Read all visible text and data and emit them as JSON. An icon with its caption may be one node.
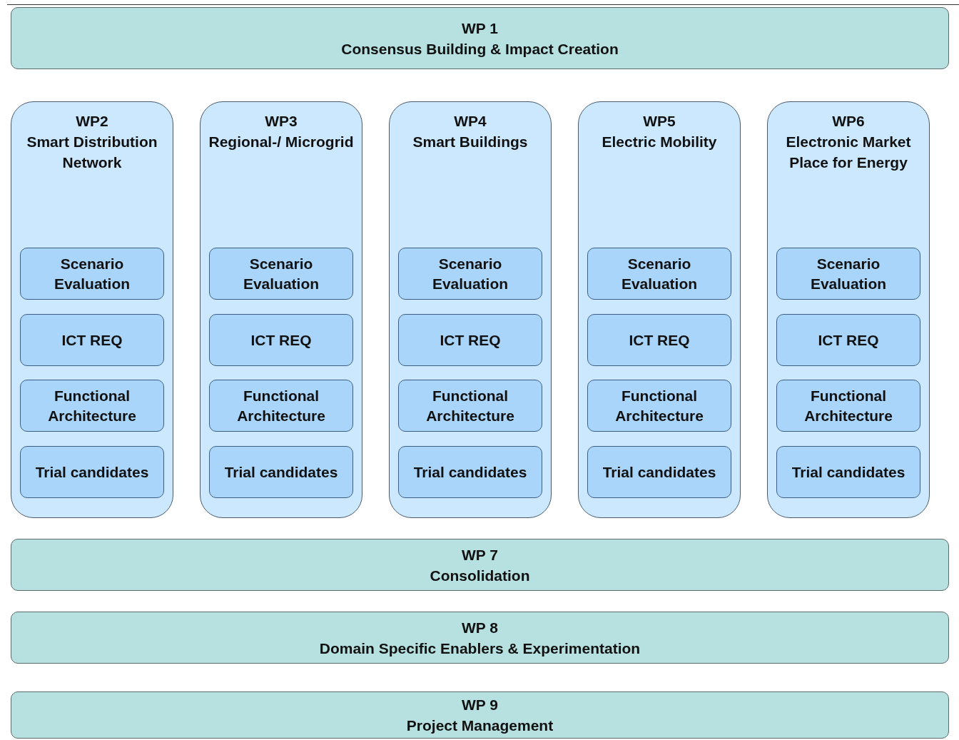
{
  "diagram": {
    "nodes": [
      {
        "text": [
          "WP 1",
          "Consensus Building & Impact Creation"
        ]
      },
      {
        "text": [
          "WP2",
          "Smart Distribution Network"
        ]
      },
      {
        "text": [
          "Scenario Evaluation"
        ],
        "in": 1
      },
      {
        "text": [
          "ICT REQ"
        ],
        "in": 1
      },
      {
        "text": [
          "Functional Architecture"
        ],
        "in": 1
      },
      {
        "text": [
          "Trial candidates"
        ],
        "in": 1
      },
      {
        "text": [
          "WP3",
          "Regional-/ Microgrid"
        ]
      },
      {
        "text": [
          "Scenario Evaluation"
        ],
        "in": 6
      },
      {
        "text": [
          "ICT REQ"
        ],
        "in": 6
      },
      {
        "text": [
          "Functional Architecture"
        ],
        "in": 6
      },
      {
        "text": [
          "Trial candidates"
        ],
        "in": 6
      },
      {
        "text": [
          "WP4",
          "Smart Buildings"
        ]
      },
      {
        "text": [
          "Scenario Evaluation"
        ],
        "in": 11
      },
      {
        "text": [
          "ICT REQ"
        ],
        "in": 11
      },
      {
        "text": [
          "Functional Architecture"
        ],
        "in": 11
      },
      {
        "text": [
          "Trial candidates"
        ],
        "in": 11
      },
      {
        "text": [
          "WP5",
          "Electric Mobility"
        ]
      },
      {
        "text": [
          "Scenario Evaluation"
        ],
        "in": 16
      },
      {
        "text": [
          "ICT REQ"
        ],
        "in": 16
      },
      {
        "text": [
          "Functional Architecture"
        ],
        "in": 16
      },
      {
        "text": [
          "Trial candidates"
        ],
        "in": 16
      },
      {
        "text": [
          "WP6",
          "Electronic Market Place for Energy"
        ]
      },
      {
        "text": [
          "Scenario Evaluation"
        ],
        "in": 21
      },
      {
        "text": [
          "ICT REQ"
        ],
        "in": 21
      },
      {
        "text": [
          "Functional Architecture"
        ],
        "in": 21
      },
      {
        "text": [
          "Trial candidates"
        ],
        "in": 21
      },
      {
        "text": [
          "WP 7",
          "Consolidation"
        ]
      },
      {
        "text": [
          "WP 8",
          "Domain Specific Enablers & Experimentation"
        ]
      },
      {
        "text": [
          "WP 9",
          "Project Management"
        ]
      }
    ]
  }
}
